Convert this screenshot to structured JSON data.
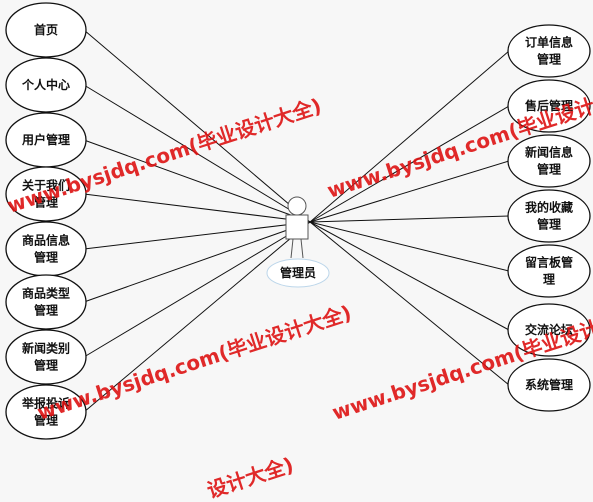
{
  "actor": {
    "name": "管理员"
  },
  "left_use_cases": [
    {
      "lines": [
        "首页"
      ]
    },
    {
      "lines": [
        "个人中心"
      ]
    },
    {
      "lines": [
        "用户管理"
      ]
    },
    {
      "lines": [
        "关于我们",
        "管理"
      ]
    },
    {
      "lines": [
        "商品信息",
        "管理"
      ]
    },
    {
      "lines": [
        "商品类型",
        "管理"
      ]
    },
    {
      "lines": [
        "新闻类别",
        "管理"
      ]
    },
    {
      "lines": [
        "举报投诉",
        "管理"
      ]
    }
  ],
  "right_use_cases": [
    {
      "lines": [
        "订单信息",
        "管理"
      ]
    },
    {
      "lines": [
        "售后管理"
      ]
    },
    {
      "lines": [
        "新闻信息",
        "管理"
      ]
    },
    {
      "lines": [
        "我的收藏",
        "管理"
      ]
    },
    {
      "lines": [
        "留言板管",
        "理"
      ]
    },
    {
      "lines": [
        "交流论坛"
      ]
    },
    {
      "lines": [
        "系统管理"
      ]
    }
  ],
  "watermark": {
    "text": "www.bysjdq.com(毕业设计大全)",
    "fragment": "设计大全)",
    "color": "#dd1111"
  }
}
